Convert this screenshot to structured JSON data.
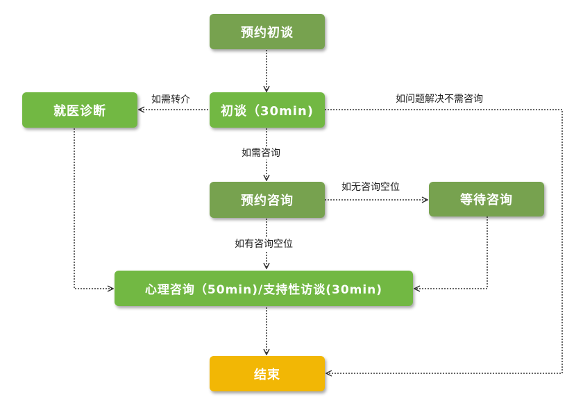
{
  "colors": {
    "node_dark": "#77A24F",
    "node_bright": "#72B843",
    "node_end": "#F2B705",
    "arrow": "#333333"
  },
  "nodes": {
    "initial_booking": "预约初谈",
    "initial_talk": "初谈（30min)",
    "medical_referral": "就医诊断",
    "booking_counseling": "预约咨询",
    "waiting_counseling": "等待咨询",
    "counseling": "心理咨询（50min)/支持性访谈(30min)",
    "end": "结束"
  },
  "edge_labels": {
    "referral_needed": "如需转介",
    "counseling_needed": "如需咨询",
    "problem_solved": "如问题解决不需咨询",
    "no_vacancy": "如无咨询空位",
    "has_vacancy": "如有咨询空位"
  }
}
